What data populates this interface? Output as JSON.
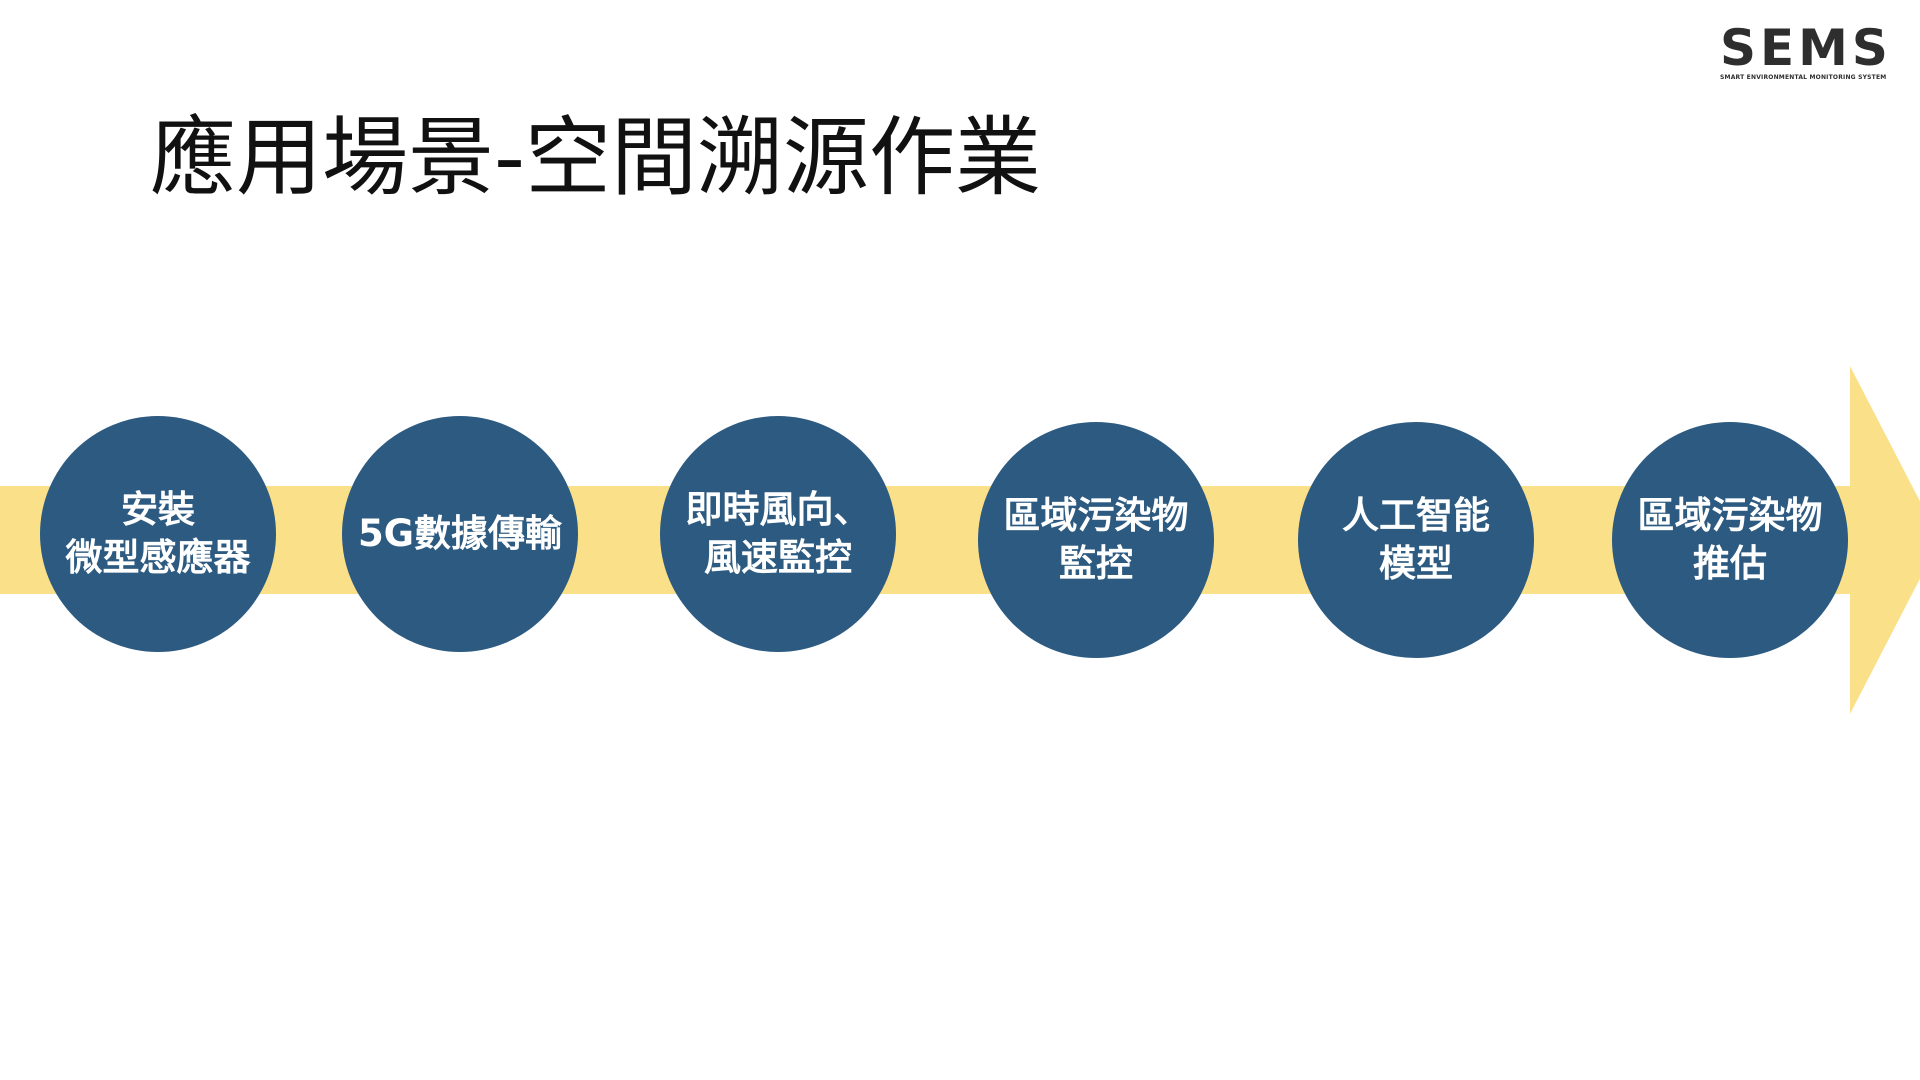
{
  "logo": {
    "name": "SEMS",
    "tagline": "SMART ENVIRONMENTAL MONITORING SYSTEM"
  },
  "title": "應用場景-空間溯源作業",
  "flow": {
    "colors": {
      "band": "#fbe08a",
      "circle": "#2d5a80",
      "label": "#ffffff"
    },
    "steps": [
      {
        "label": "安裝\n微型感應器"
      },
      {
        "label": "5G數據傳輸"
      },
      {
        "label": "即時風向、\n風速監控"
      },
      {
        "label": "區域污染物\n監控"
      },
      {
        "label": "人工智能\n模型"
      },
      {
        "label": "區域污染物\n推估"
      }
    ]
  }
}
